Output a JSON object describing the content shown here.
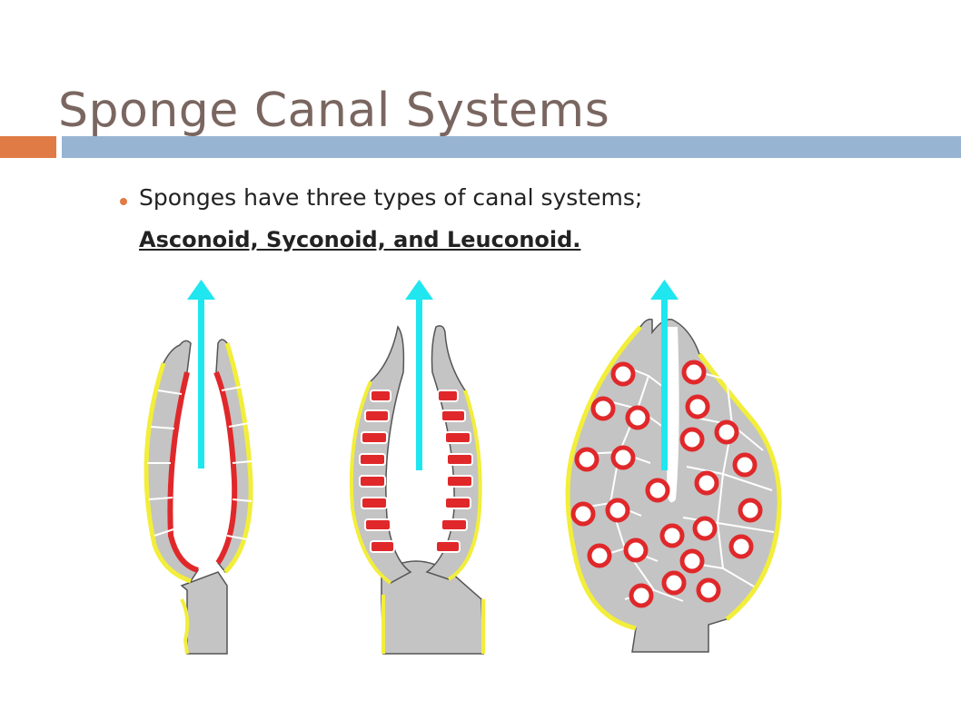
{
  "slide": {
    "title": "Sponge Canal Systems",
    "bullet_line1": "Sponges have three types of canal systems;",
    "bullet_line2": "Asconoid, Syconoid, and Leuconoid."
  },
  "colors": {
    "title": "#7a6660",
    "accent_orange": "#e07b45",
    "accent_blue": "#97b4d3",
    "sponge_gray": "#c4c4c4",
    "choanocyte_red": "#e0282a",
    "pinacoderm_yellow": "#f2ee3a",
    "flow_arrow": "#1fe6ef"
  },
  "diagram": {
    "parts": [
      "asconoid-diagram",
      "syconoid-diagram",
      "leuconoid-diagram"
    ]
  }
}
